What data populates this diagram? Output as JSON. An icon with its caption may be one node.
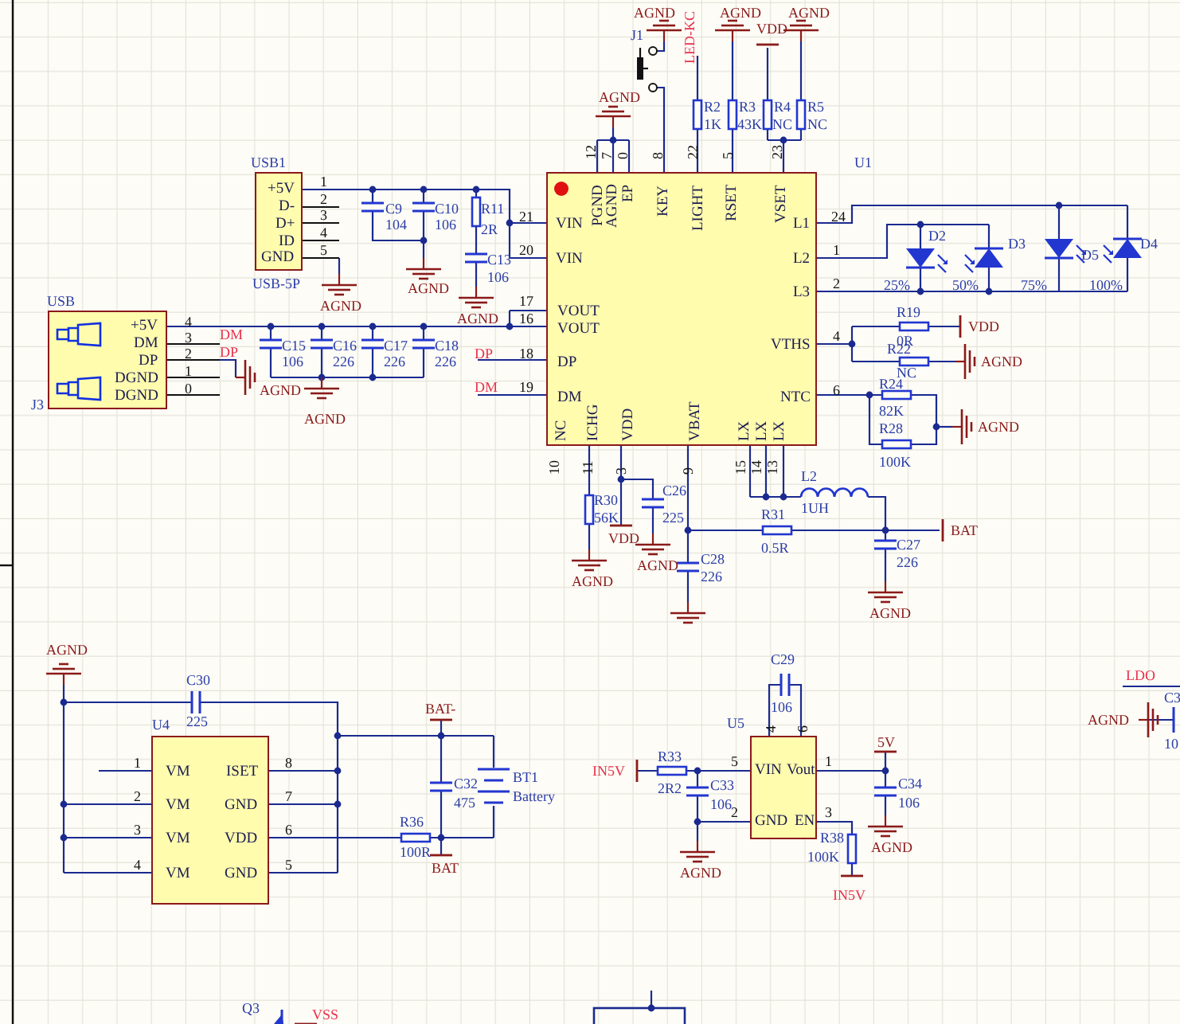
{
  "diagram": {
    "nodes": [
      {
        "text": [
          "+5V",
          "D-",
          "D+",
          "ID",
          "GND"
        ],
        "beside": [
          "USB1",
          "USB-5P"
        ]
      },
      {
        "text": [
          "+5V",
          "DM",
          "DP",
          "DGND",
          "DGND"
        ],
        "beside": [
          "USB",
          "J3"
        ]
      },
      {
        "text": [
          "PGND",
          "AGND",
          "EP",
          "KEY",
          "LIGHT",
          "RSET",
          "VSET",
          "VIN",
          "VIN",
          "VOUT",
          "VOUT",
          "DP",
          "DM",
          "NC",
          "ICHG",
          "VDD",
          "VBAT",
          "LX",
          "LX",
          "LX",
          "L1",
          "L2",
          "L3",
          "VTHS",
          "NTC"
        ],
        "beside": [
          "U1"
        ]
      },
      {
        "text": [
          "VM",
          "ISET",
          "VM",
          "GND",
          "VM",
          "VDD",
          "VM",
          "GND"
        ],
        "beside": [
          "U4"
        ]
      },
      {
        "text": [
          "VIN",
          "Vout",
          "GND",
          "EN"
        ],
        "beside": [
          "U5"
        ]
      }
    ],
    "edges": [
      {
        "from": 0,
        "to": 2,
        "arrow": "none"
      },
      {
        "from": 1,
        "to": 2,
        "arrow": "none"
      }
    ],
    "labels": [
      "J1",
      "LED-KC",
      "AGND",
      "AGND",
      "VDD",
      "AGND",
      "AGND",
      "R2",
      "1K",
      "R3",
      "43K",
      "R4",
      "NC",
      "R5",
      "NC",
      "12",
      "7",
      "0",
      "8",
      "22",
      "5",
      "23",
      "1",
      "2",
      "3",
      "4",
      "5",
      "C9",
      "104",
      "C10",
      "106",
      "R11",
      "2R",
      "C13",
      "106",
      "21",
      "20",
      "24",
      "1",
      "2",
      "D2",
      "D3",
      "D5",
      "D4",
      "AGND",
      "25%",
      "50%",
      "75%",
      "100%",
      "AGND",
      "17",
      "4",
      "AGND",
      "16",
      "3",
      "2",
      "1",
      "0",
      "DM",
      "DP",
      "AGND",
      "C15",
      "106",
      "C16",
      "226",
      "C17",
      "226",
      "C18",
      "226",
      "AGND",
      "DP",
      "18",
      "DM",
      "19",
      "R19",
      "VDD",
      "4",
      "0R",
      "R22",
      "AGND",
      "NC",
      "6",
      "R24",
      "82K",
      "R28",
      "AGND",
      "100K",
      "10",
      "11",
      "3",
      "9",
      "15",
      "14",
      "13",
      "L2",
      "1UH",
      "R30",
      "56K",
      "C26",
      "225",
      "R31",
      "VDD",
      "0.5R",
      "C27",
      "BAT",
      "AGND",
      "C28",
      "226",
      "AGND",
      "226",
      "AGND",
      "AGND",
      "C30",
      "225",
      "BAT-",
      "1",
      "8",
      "BT1",
      "2",
      "7",
      "C32",
      "475",
      "Battery",
      "3",
      "R36",
      "6",
      "100R",
      "4",
      "5",
      "BAT",
      "Q3",
      "VSS",
      "C29",
      "106",
      "LDO",
      "C3",
      "AGND",
      "10",
      "4",
      "6",
      "5V",
      "R33",
      "5",
      "1",
      "IN5V",
      "2R2",
      "C33",
      "C34",
      "106",
      "106",
      "2",
      "3",
      "R38",
      "AGND",
      "100K",
      "AGND",
      "IN5V"
    ]
  }
}
